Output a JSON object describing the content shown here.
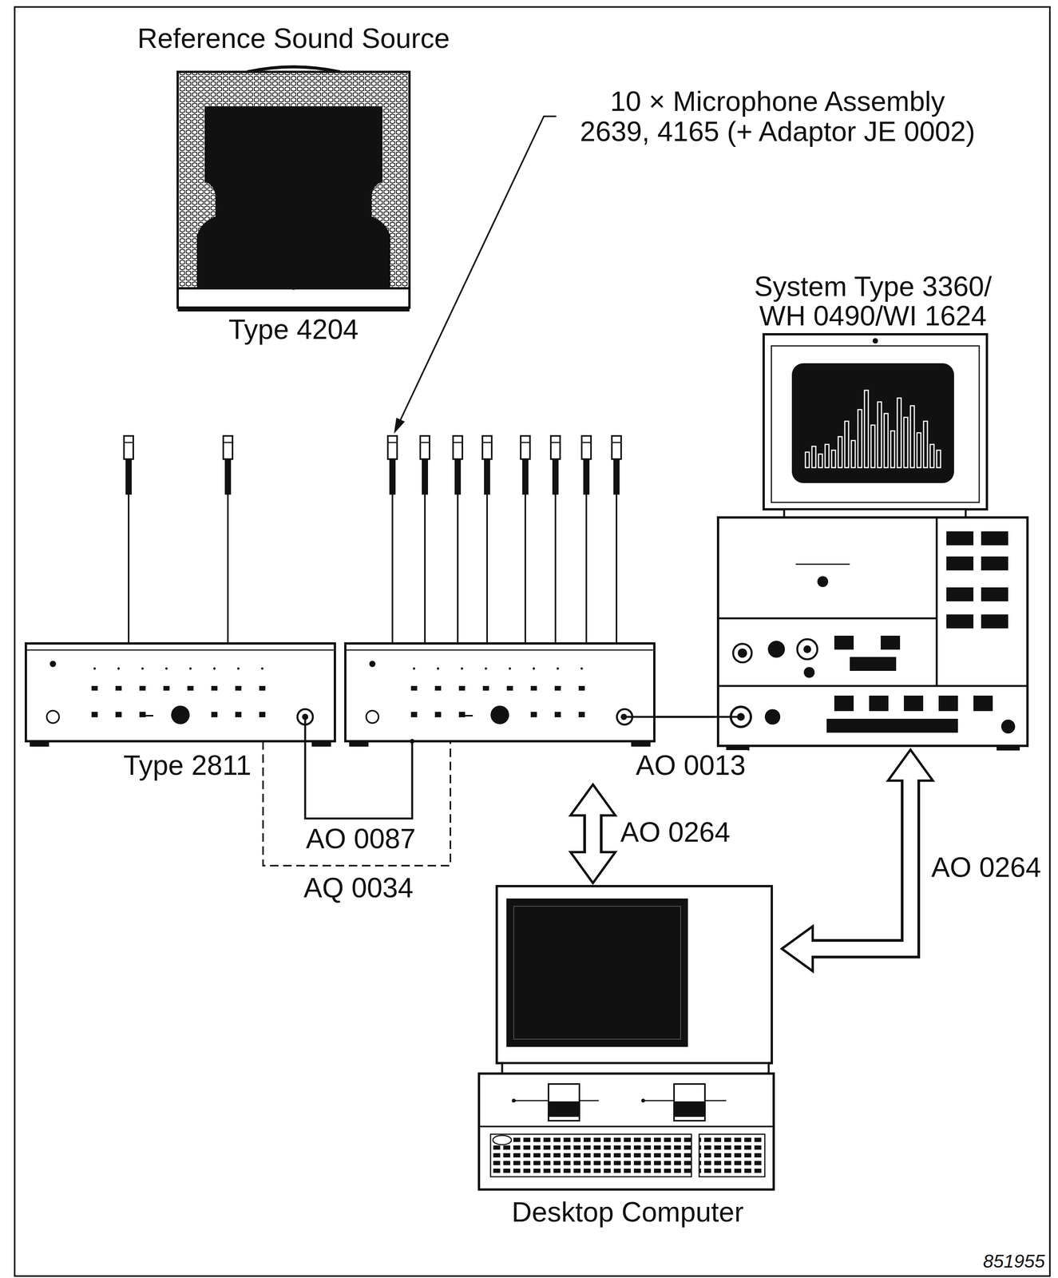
{
  "diagram": {
    "nodes": [
      {
        "text": [
          "Reference Sound Source",
          "Type 4204"
        ]
      },
      {
        "text": [
          "System Type 3360/ WH 0490/WI 1624"
        ]
      },
      {
        "text": [
          "Type 2811"
        ]
      },
      {
        "text": [
          "Desktop Computer"
        ]
      }
    ],
    "edges": [
      {
        "from": 2,
        "to": 1,
        "arrow": "none",
        "label": "AO 0013"
      },
      {
        "from": 2,
        "to": 3,
        "arrow": "both",
        "label": "AO 0264"
      },
      {
        "from": 3,
        "to": 1,
        "arrow": "both",
        "label": "AO 0264"
      }
    ],
    "labels": [
      "10 × Microphone Assembly 2639, 4165 (+ Adaptor JE 0002)",
      "AO 0087",
      "AQ 0034",
      "851955"
    ]
  }
}
